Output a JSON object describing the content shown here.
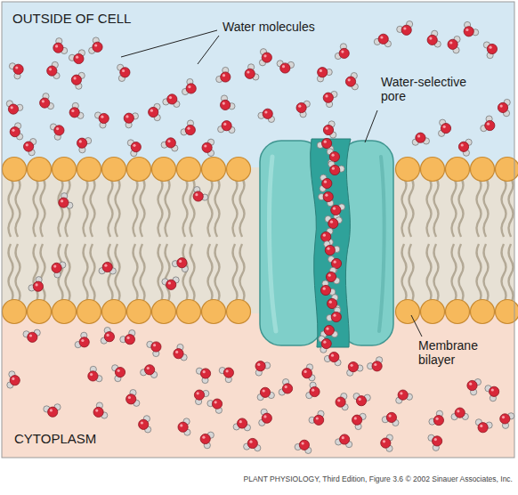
{
  "diagram": {
    "labels": [
      "OUTSIDE OF CELL",
      "Water molecules",
      "Water-selective pore",
      "Membrane bilayer",
      "CYTOPLASM",
      "PLANT PHYSIOLOGY, Third Edition, Figure 3.6 © 2002 Sinauer Associates, Inc."
    ]
  }
}
